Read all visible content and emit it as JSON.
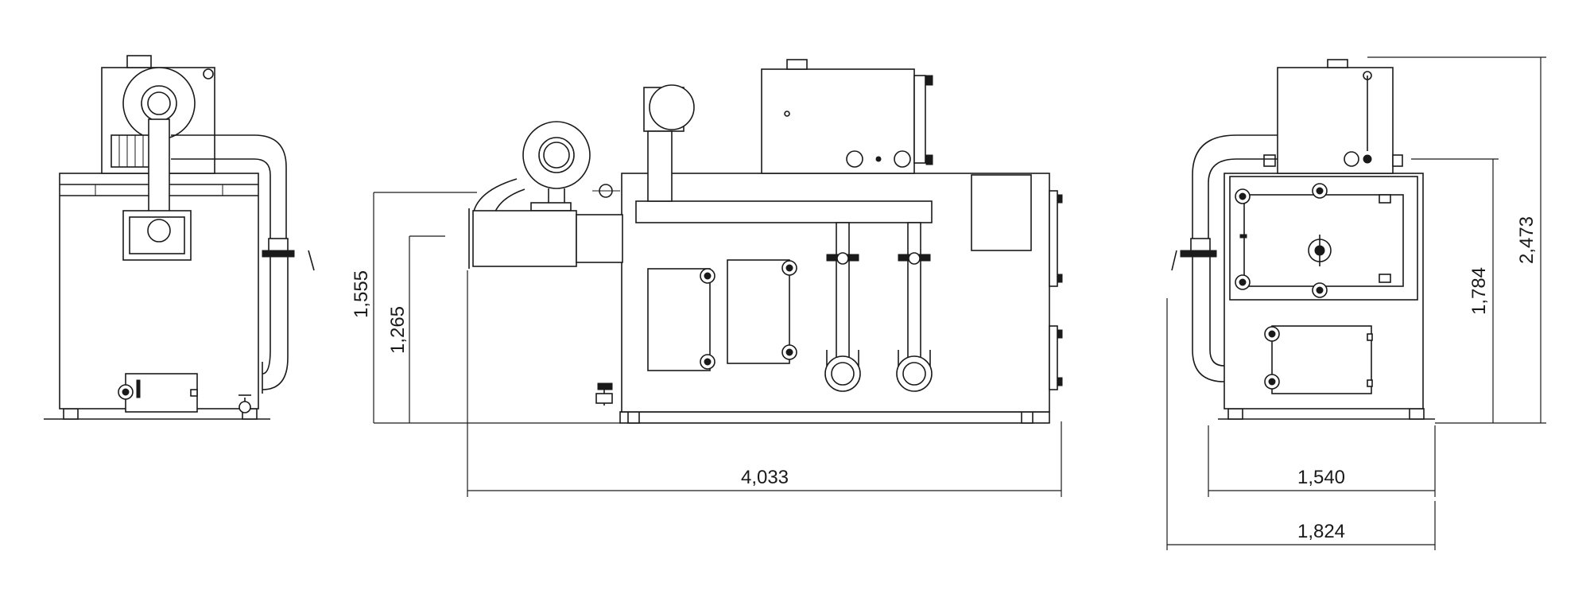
{
  "dimensions": {
    "length_total": "4,033",
    "height_side": "1,555",
    "height_outlet": "1,265",
    "width_body": "1,540",
    "width_total": "1,824",
    "height_body": "1,784",
    "height_total": "2,473"
  }
}
